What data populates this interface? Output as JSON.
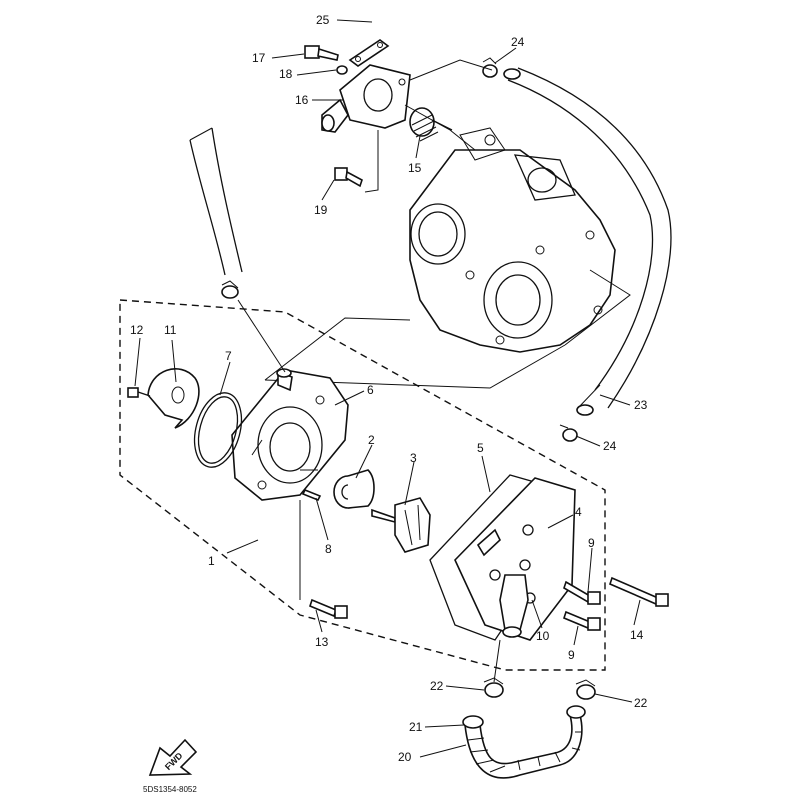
{
  "diagram": {
    "callouts": {
      "c1": "1",
      "c2": "2",
      "c3": "3",
      "c4": "4",
      "c5": "5",
      "c6": "6",
      "c7": "7",
      "c8": "8",
      "c9a": "9",
      "c9b": "9",
      "c10": "10",
      "c11": "11",
      "c12": "12",
      "c13": "13",
      "c14": "14",
      "c15": "15",
      "c16": "16",
      "c17": "17",
      "c18": "18",
      "c19": "19",
      "c20": "20",
      "c21": "21",
      "c22a": "22",
      "c22b": "22",
      "c23": "23",
      "c24a": "24",
      "c24b": "24",
      "c25": "25"
    },
    "fwd_label": "FWD",
    "drawing_code": "5DS1354-8052"
  }
}
